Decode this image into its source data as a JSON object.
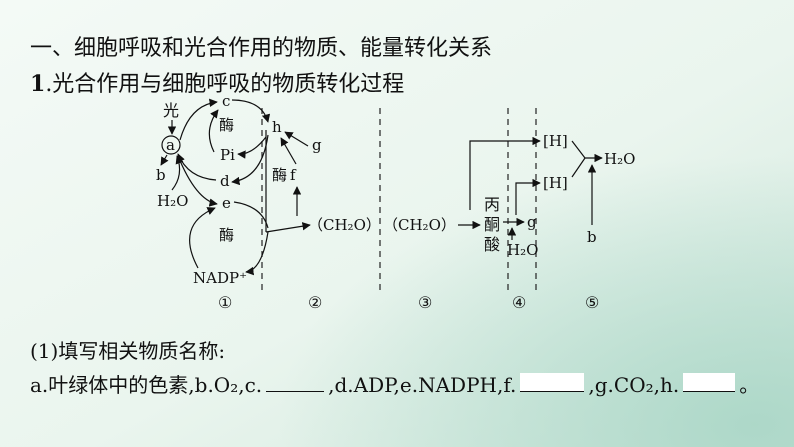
{
  "heading": "一、细胞呼吸和光合作用的物质、能量转化关系",
  "subheading_num": "1",
  "subheading_text": ".光合作用与细胞呼吸的物质转化过程",
  "diagram": {
    "light": "光",
    "a": "a",
    "b": "b",
    "h2o_left": "H₂O",
    "c": "c",
    "enzyme1": "酶",
    "pi": "Pi",
    "d": "d",
    "e": "e",
    "enzyme2": "酶",
    "nadp": "NADP⁺",
    "h": "h",
    "g_top": "g",
    "enzyme3": "酶",
    "f": "f",
    "ch2o_1": "（CH₂O）",
    "ch2o_2": "（CH₂O）",
    "pyruvate": [
      "丙",
      "酮",
      "酸"
    ],
    "g_mid": "g",
    "h2o_mid": "H₂O",
    "H1": "[H]",
    "H2": "[H]",
    "h2o_right": "H₂O",
    "b_right": "b",
    "stages": [
      "①",
      "②",
      "③",
      "④",
      "⑤"
    ]
  },
  "question": {
    "intro": "(1)填写相关物质名称:",
    "parts": [
      "a.叶绿体中的色素,b.O₂,c.",
      ",d.ADP,e.NADPH,f.",
      ",g.CO₂,h.",
      "。"
    ]
  }
}
